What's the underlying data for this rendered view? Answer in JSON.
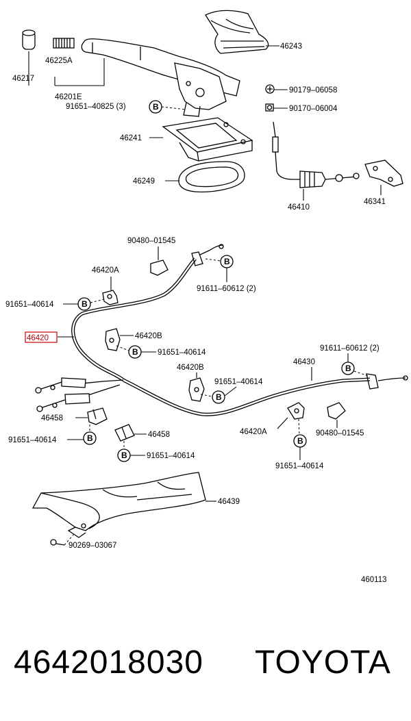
{
  "callouts": {
    "c46243": "46243",
    "c46217": "46217",
    "c46225A": "46225A",
    "c46201E": "46201E",
    "c91651_40825": "91651–40825 (3)",
    "c90179": "90179–06058",
    "c90170": "90170–06004",
    "c46241": "46241",
    "c46249": "46249",
    "c46410": "46410",
    "c46341": "46341",
    "c90480_top": "90480–01545",
    "c46420A_top": "46420A",
    "c91611_top": "91611–60612 (2)",
    "c91651_left": "91651–40614",
    "c46420": "46420",
    "c46420B_1": "46420B",
    "c91651_b1": "91651–40614",
    "c46420B_2": "46420B",
    "c91651_b2": "91651–40614",
    "c91611_right": "91611–60612 (2)",
    "c46430": "46430",
    "c46458_left": "46458",
    "c91651_l2": "91651–40614",
    "c46458_mid": "46458",
    "c91651_mid": "91651–40614",
    "c46420A_low": "46420A",
    "c90480_low": "90480–01545",
    "c91651_low": "91651–40614",
    "c46439": "46439",
    "c90269": "90269–03067",
    "c460113": "460113"
  },
  "bolt_letter": "B",
  "highlight_color": "#cc0000",
  "footer": {
    "part_number": "4642018030",
    "brand": "TOYOTA"
  }
}
